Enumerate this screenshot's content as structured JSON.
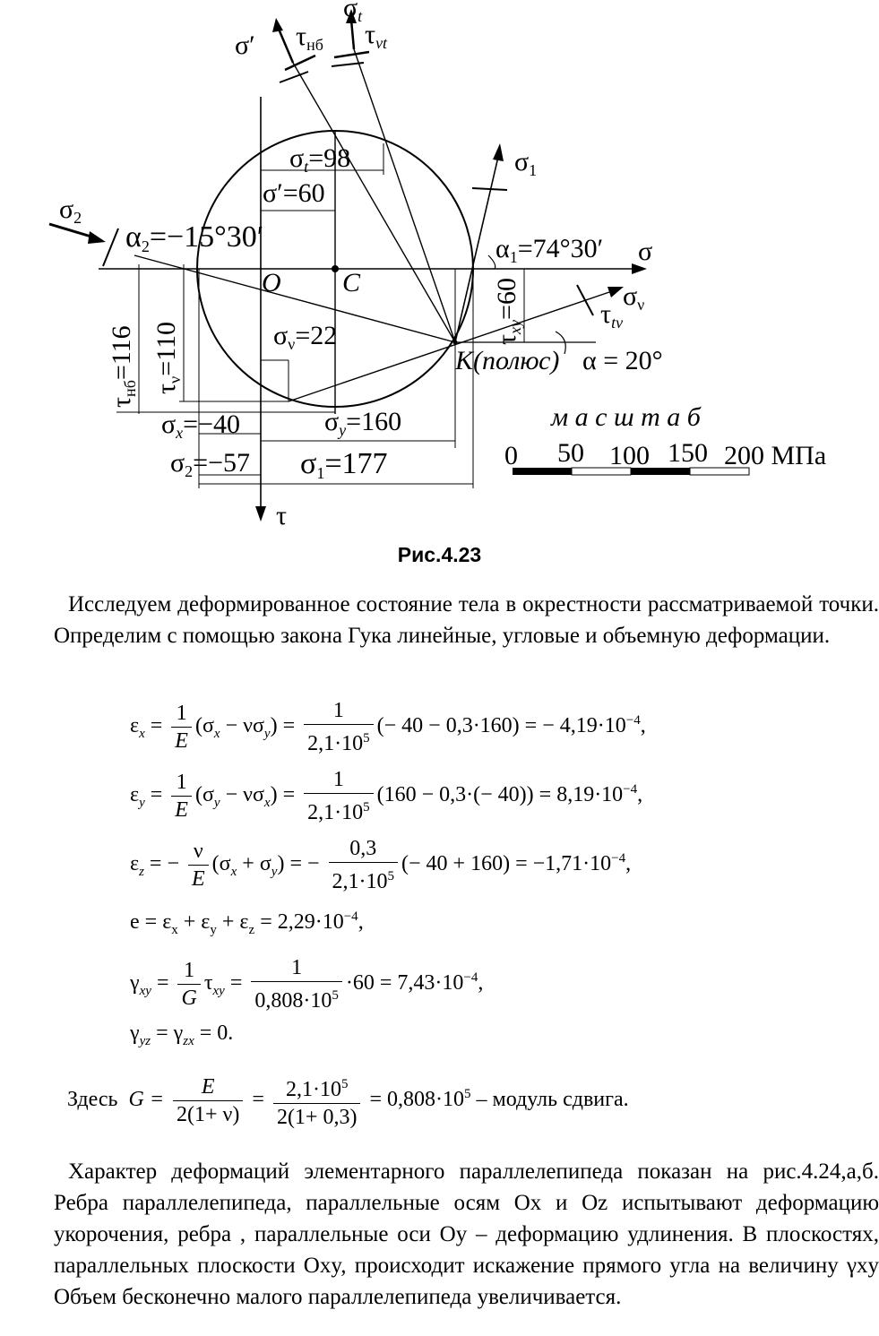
{
  "figure": {
    "labels": {
      "sigma_prime": "σ′",
      "tau_nb": "τ",
      "tau_nb_sub": "нб",
      "sigma_t": "σ",
      "sigma_t_sub": "t",
      "tau_vt": "τ",
      "tau_vt_sub": "νt",
      "sigma_t_val": "σ",
      "sigma_t_val_rest": "=98",
      "sigma_prime_val": "σ′=60",
      "sigma1": "σ",
      "sigma1_sub": "1",
      "sigma2": "σ",
      "sigma2_sub": "2",
      "alpha2": "α",
      "alpha2_sub": "2",
      "alpha2_rest": "=−15°30′",
      "alpha1": "α",
      "alpha1_sub": "1",
      "alpha1_rest": "=74°30′",
      "sigma_axis": "σ",
      "O": "O",
      "C": "C",
      "tau_xy": "τ",
      "tau_xy_sub": "xy",
      "tau_xy_rest": "=60",
      "sigma_v": "σ",
      "sigma_v_sub": "ν",
      "tau_tv": "τ",
      "tau_tv_sub": "tν",
      "tau_nb116": "τ",
      "tau_nb116_sub": "нб",
      "tau_nb116_rest": "=116",
      "tau_v110": "τ",
      "tau_v110_sub": "ν",
      "tau_v110_rest": "=110",
      "sigma_v22": "σ",
      "sigma_v22_sub": "ν",
      "sigma_v22_rest": "=22",
      "K": "K",
      "K_rest": "(полюс)",
      "alpha": "α = 20°",
      "sigma_x": "σ",
      "sigma_x_sub": "x",
      "sigma_x_rest": "=−40",
      "sigma_y": "σ",
      "sigma_y_sub": "y",
      "sigma_y_rest": "=160",
      "sigma2_val": "σ",
      "sigma2_val_sub": "2",
      "sigma2_val_rest": "=−57",
      "sigma1_val": "σ",
      "sigma1_val_sub": "1",
      "sigma1_val_rest": "=177",
      "tau_axis": "τ",
      "scale_title": "м а с ш т а б",
      "scale_ticks": [
        "0",
        "50",
        "100",
        "150",
        "200 МПа"
      ]
    }
  },
  "caption": "Рис.4.23",
  "paragraph1": "Исследуем деформированное состояние тела в окрестности рассматриваемой точки. Определим с помощью закона Гука линейные, угловые и объемную деформации.",
  "equations": {
    "ex": {
      "lhs": "ε",
      "lhs_sub": "x",
      "rhs1": "(σ",
      "rhs1_sub1": "x",
      "rhs1_mid": " − νσ",
      "rhs1_sub2": "y",
      "rhs1_end": ")",
      "frac_num": "1",
      "frac_den": "2,1·10",
      "frac_den_sup": "5",
      "result": "(− 40 − 0,3·160) = − 4,19·10",
      "result_sup": "−4",
      "tail": ","
    },
    "ey": {
      "lhs": "ε",
      "lhs_sub": "y",
      "rhs1": "(σ",
      "rhs1_sub1": "y",
      "rhs1_mid": " − νσ",
      "rhs1_sub2": "x",
      "rhs1_end": ")",
      "frac_num": "1",
      "frac_den": "2,1·10",
      "frac_den_sup": "5",
      "result": "(160 − 0,3·(− 40)) = 8,19·10",
      "result_sup": "−4",
      "tail": ","
    },
    "ez": {
      "lhs": "ε",
      "lhs_sub": "z",
      "coef_num": "ν",
      "coef_den": "E",
      "rhs1": "(σ",
      "rhs1_sub1": "x",
      "rhs1_mid": " + σ",
      "rhs1_sub2": "y",
      "rhs1_end": ")",
      "frac_num": "0,3",
      "frac_den": "2,1·10",
      "frac_den_sup": "5",
      "result": "(− 40 + 160) = −1,71·10",
      "result_sup": "−4",
      "tail": ","
    },
    "e": {
      "text": "e = ε",
      "s1": "x",
      "p2": " + ε",
      "s2": "y",
      "p3": " + ε",
      "s3": "z",
      "result": " = 2,29·10",
      "result_sup": "−4",
      "tail": ","
    },
    "gxy": {
      "lhs": "γ",
      "lhs_sub": "xy",
      "coef_num": "1",
      "coef_den": "G",
      "tau": "τ",
      "tau_sub": "xy",
      "frac_num": "1",
      "frac_den": "0,808·10",
      "frac_den_sup": "5",
      "result": "·60 = 7,43·10",
      "result_sup": "−4",
      "tail": ","
    },
    "gyz": {
      "lhs": "γ",
      "lhs_sub": "yz",
      "mid": " = γ",
      "mid_sub": "zx",
      "result": " = 0."
    }
  },
  "here": {
    "prefix": "Здесь",
    "G": "G =",
    "frac1_num": "E",
    "frac1_den": "2(1+ ν)",
    "frac2_num": "2,1·10",
    "frac2_num_sup": "5",
    "frac2_den": "2(1+ 0,3)",
    "result": "= 0,808·10",
    "result_sup": "5",
    "suffix": " – модуль сдвига."
  },
  "paragraph2": "Характер деформаций элементарного параллелепипеда показан на рис.4.24,а,б. Ребра параллелепипеда, параллельные осям Ox и Oz испытывают деформацию укорочения, ребра , параллельные оси Oy – деформацию удлинения. В плоскостях, параллельных плоскости Oxy, происходит искажение прямого угла на величину γxy Объем бесконечно малого параллелепипеда увеличивается."
}
